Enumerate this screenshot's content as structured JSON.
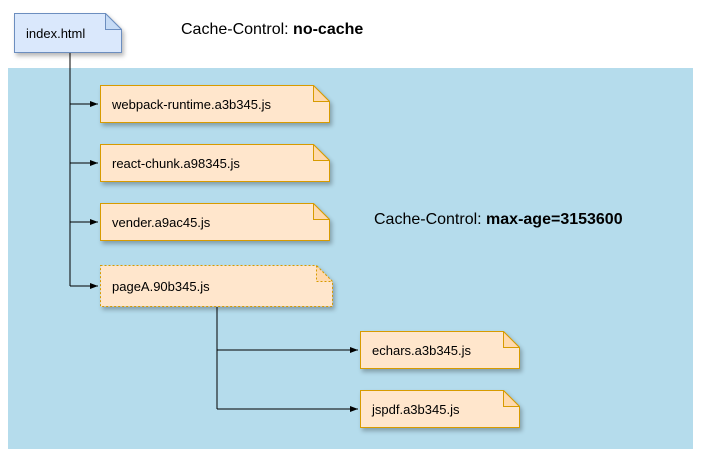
{
  "diagram": {
    "root": {
      "label": "index.html"
    },
    "annotations": {
      "no_cache_prefix": "Cache-Control: ",
      "no_cache_value": "no-cache",
      "max_age_prefix": "Cache-Control: ",
      "max_age_value": "max-age=3153600"
    },
    "files": [
      {
        "label": "webpack-runtime.a3b345.js"
      },
      {
        "label": "react-chunk.a98345.js"
      },
      {
        "label": "vender.a9ac45.js"
      },
      {
        "label": "pageA.90b345.js"
      },
      {
        "label": "echars.a3b345.js"
      },
      {
        "label": "jspdf.a3b345.js"
      }
    ],
    "colors": {
      "cached_region_bg": "#b5dcec",
      "file_fill": "#ffe6cc",
      "file_stroke": "#d79b00",
      "root_fill": "#dae8fc",
      "root_stroke": "#6c8ebf",
      "connector": "#000000"
    }
  }
}
